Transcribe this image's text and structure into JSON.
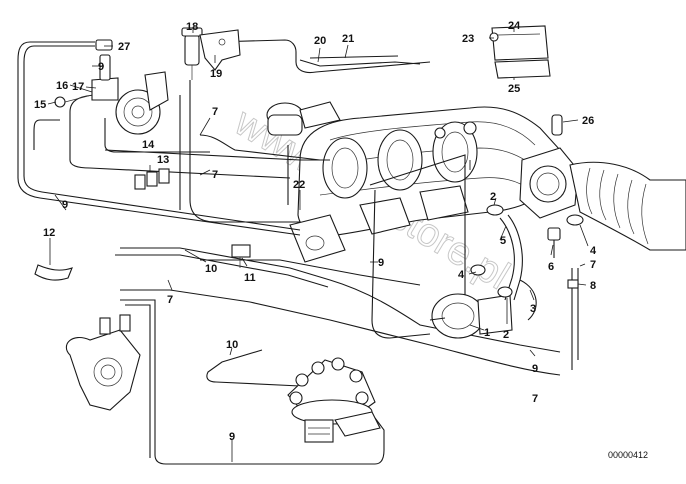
{
  "diagram": {
    "watermark": "www.bmwstore.pl",
    "reference_number": "00000412",
    "callouts": [
      {
        "id": "c1",
        "text": "1"
      },
      {
        "id": "c2a",
        "text": "2"
      },
      {
        "id": "c2b",
        "text": "2"
      },
      {
        "id": "c3",
        "text": "3"
      },
      {
        "id": "c4a",
        "text": "4"
      },
      {
        "id": "c4b",
        "text": "4"
      },
      {
        "id": "c5",
        "text": "5"
      },
      {
        "id": "c6",
        "text": "6"
      },
      {
        "id": "c7a",
        "text": "7"
      },
      {
        "id": "c7b",
        "text": "7"
      },
      {
        "id": "c7c",
        "text": "7"
      },
      {
        "id": "c7d",
        "text": "7"
      },
      {
        "id": "c7e",
        "text": "7"
      },
      {
        "id": "c8",
        "text": "8"
      },
      {
        "id": "c9a",
        "text": "9"
      },
      {
        "id": "c9b",
        "text": "9"
      },
      {
        "id": "c9c",
        "text": "9"
      },
      {
        "id": "c9d",
        "text": "9"
      },
      {
        "id": "c9e",
        "text": "9"
      },
      {
        "id": "c10a",
        "text": "10"
      },
      {
        "id": "c10b",
        "text": "10"
      },
      {
        "id": "c11",
        "text": "11"
      },
      {
        "id": "c12",
        "text": "12"
      },
      {
        "id": "c13",
        "text": "13"
      },
      {
        "id": "c14",
        "text": "14"
      },
      {
        "id": "c15",
        "text": "15"
      },
      {
        "id": "c16",
        "text": "16"
      },
      {
        "id": "c17",
        "text": "17"
      },
      {
        "id": "c18",
        "text": "18"
      },
      {
        "id": "c19",
        "text": "19"
      },
      {
        "id": "c20",
        "text": "20"
      },
      {
        "id": "c21",
        "text": "21"
      },
      {
        "id": "c22",
        "text": "22"
      },
      {
        "id": "c23",
        "text": "23"
      },
      {
        "id": "c24",
        "text": "24"
      },
      {
        "id": "c25",
        "text": "25"
      },
      {
        "id": "c26",
        "text": "26"
      },
      {
        "id": "c27",
        "text": "27"
      }
    ]
  }
}
